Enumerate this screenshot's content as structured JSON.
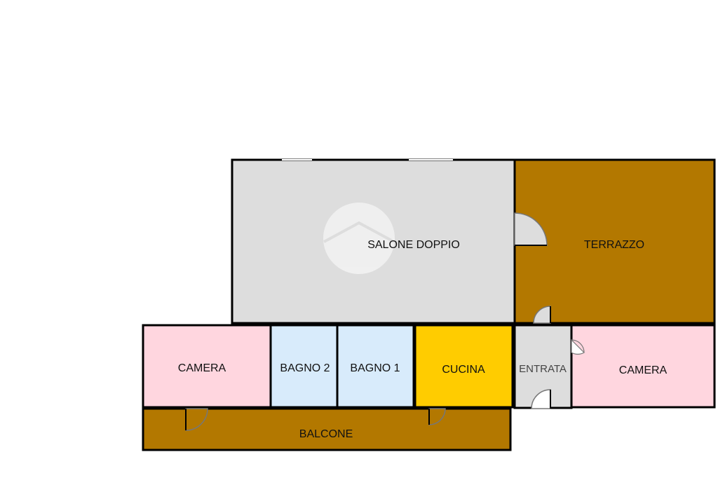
{
  "plan": {
    "colors": {
      "wall": "#000000",
      "living": "#dddddd",
      "terrace": "#b37800",
      "bedroom": "#ffd6df",
      "bathroom": "#d8ebfb",
      "kitchen": "#ffcc00",
      "entrance": "#dddddd",
      "door": "#777777",
      "watermark": "#ffffff"
    },
    "rooms": {
      "salone": {
        "label": "SALONE DOPPIO"
      },
      "terrazzo": {
        "label": "TERRAZZO"
      },
      "camera_left": {
        "label": "CAMERA"
      },
      "bagno2": {
        "label": "BAGNO 2"
      },
      "bagno1": {
        "label": "BAGNO 1"
      },
      "cucina": {
        "label": "CUCINA"
      },
      "entrata": {
        "label": "ENTRATA"
      },
      "camera_right": {
        "label": "CAMERA"
      },
      "balcone": {
        "label": "BALCONE"
      }
    }
  }
}
